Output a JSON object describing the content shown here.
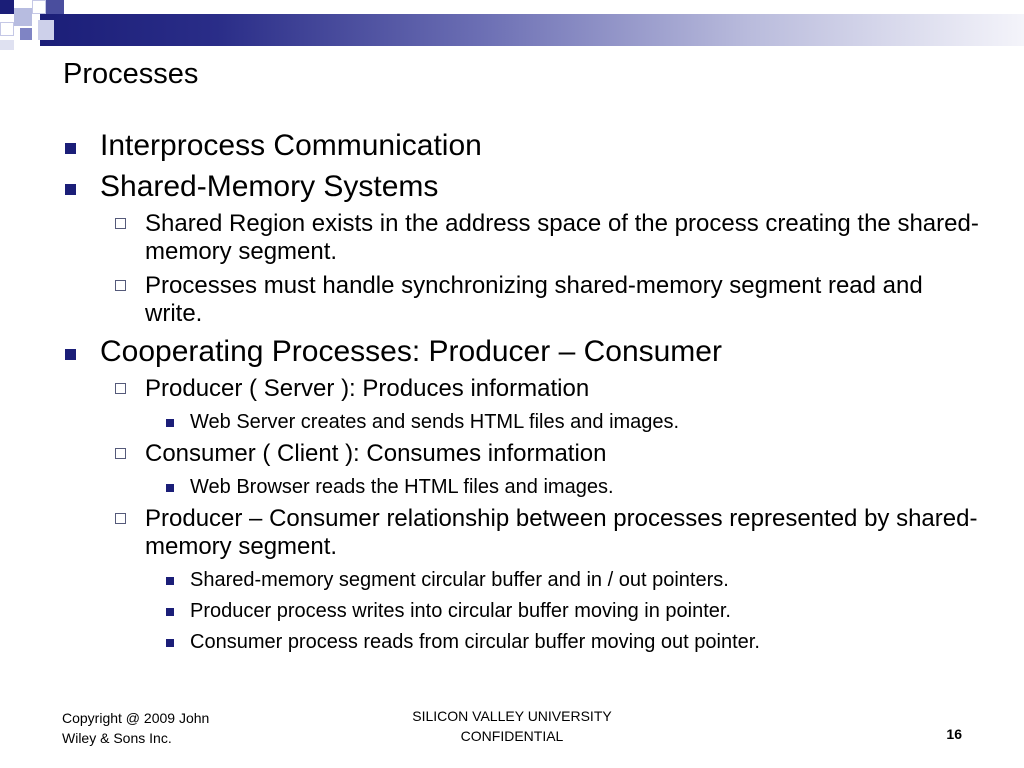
{
  "slide": {
    "title": "Processes",
    "bullets": [
      "Interprocess Communication",
      "Shared-Memory Systems",
      "Shared Region exists in the address space of the process creating the shared-memory segment.",
      "Processes must handle synchronizing shared-memory segment read and write.",
      "Cooperating Processes:  Producer – Consumer",
      "Producer ( Server ): Produces information",
      "Web Server creates and sends HTML files and images.",
      "Consumer ( Client ): Consumes information",
      "Web Browser reads the HTML files and images.",
      "Producer – Consumer relationship between processes represented by shared-memory segment.",
      "Shared-memory segment circular buffer and in / out pointers.",
      "Producer process writes into circular buffer moving in pointer.",
      "Consumer process reads from circular buffer moving out pointer."
    ]
  },
  "footer": {
    "copyright_line1": "Copyright @ 2009 John",
    "copyright_line2": "Wiley & Sons Inc.",
    "center_line1": "SILICON VALLEY UNIVERSITY",
    "center_line2": "CONFIDENTIAL",
    "page_number": "16"
  },
  "colors": {
    "accent": "#1b1e78",
    "bar_light": "#f4f4fa",
    "text": "#000000"
  },
  "icons": {
    "level1_bullet": "filled-square-icon",
    "level2_bullet": "hollow-square-icon",
    "level3_bullet": "small-filled-square-icon"
  }
}
